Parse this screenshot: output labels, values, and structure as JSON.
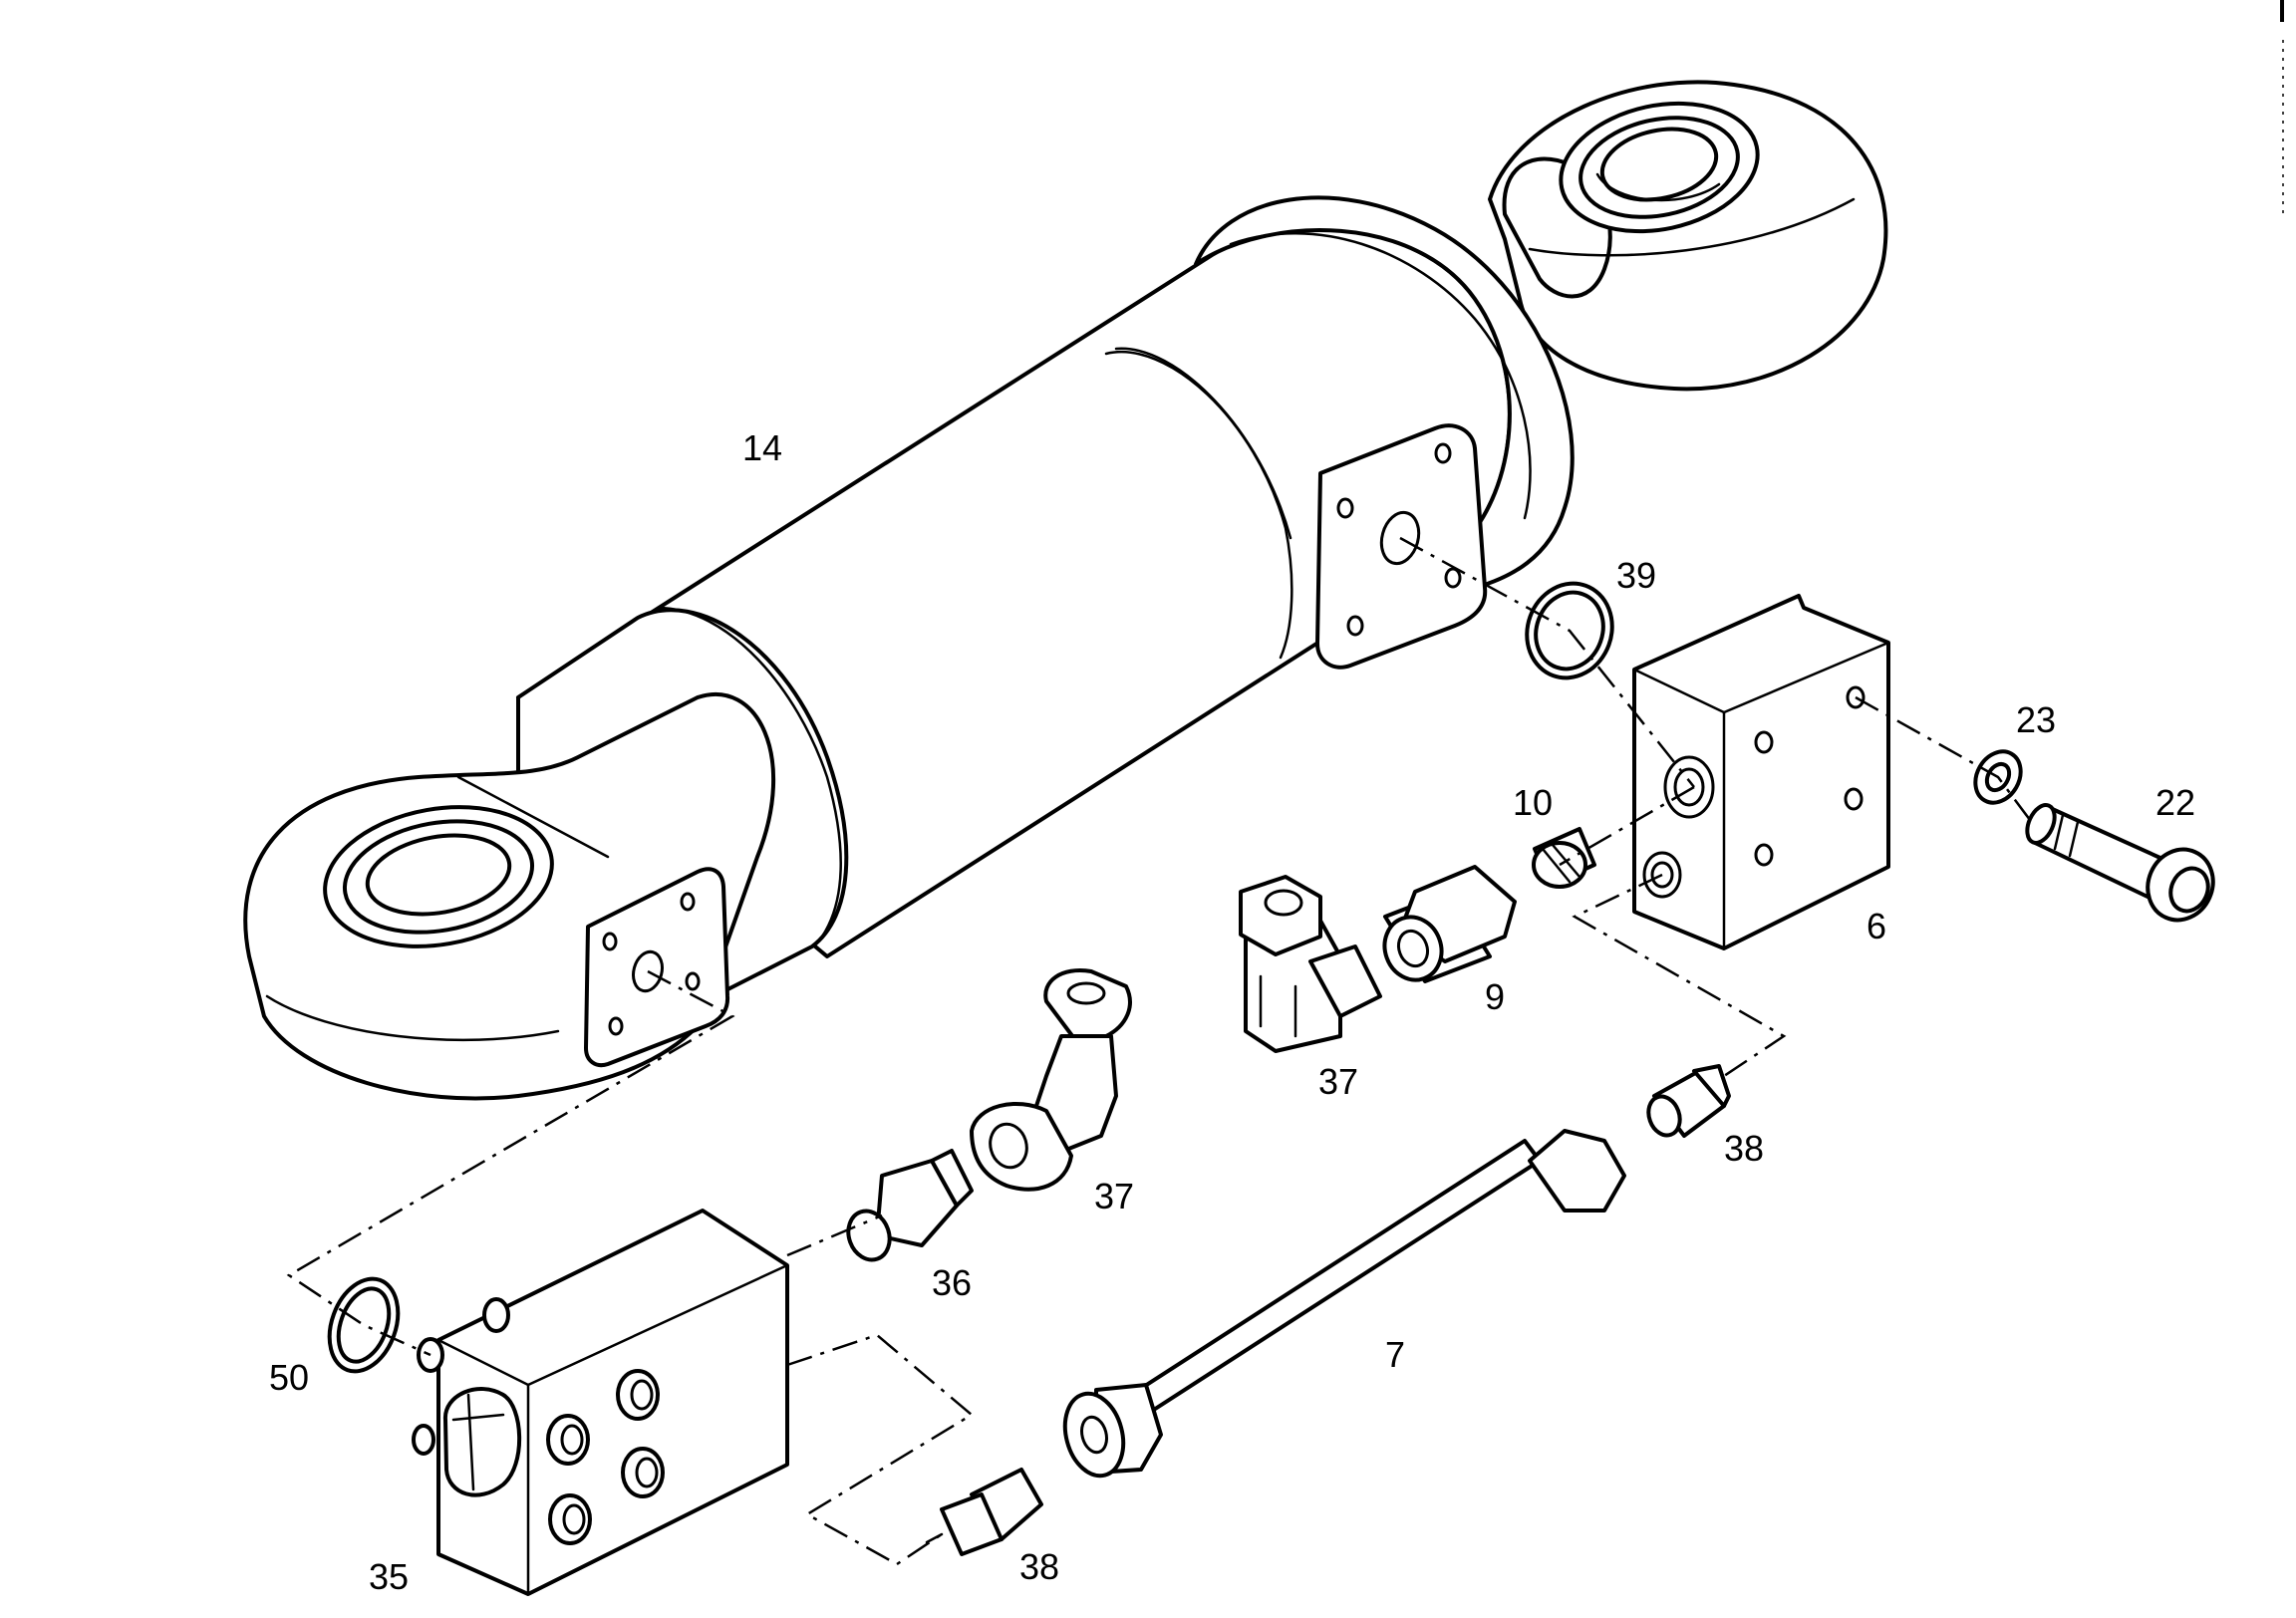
{
  "callouts": {
    "c14": "14",
    "c39": "39",
    "c23": "23",
    "c22": "22",
    "c10": "10",
    "c6": "6",
    "c9": "9",
    "c37a": "37",
    "c37b": "37",
    "c38a": "38",
    "c36": "36",
    "c7": "7",
    "c50": "50",
    "c35": "35",
    "c38b": "38"
  }
}
